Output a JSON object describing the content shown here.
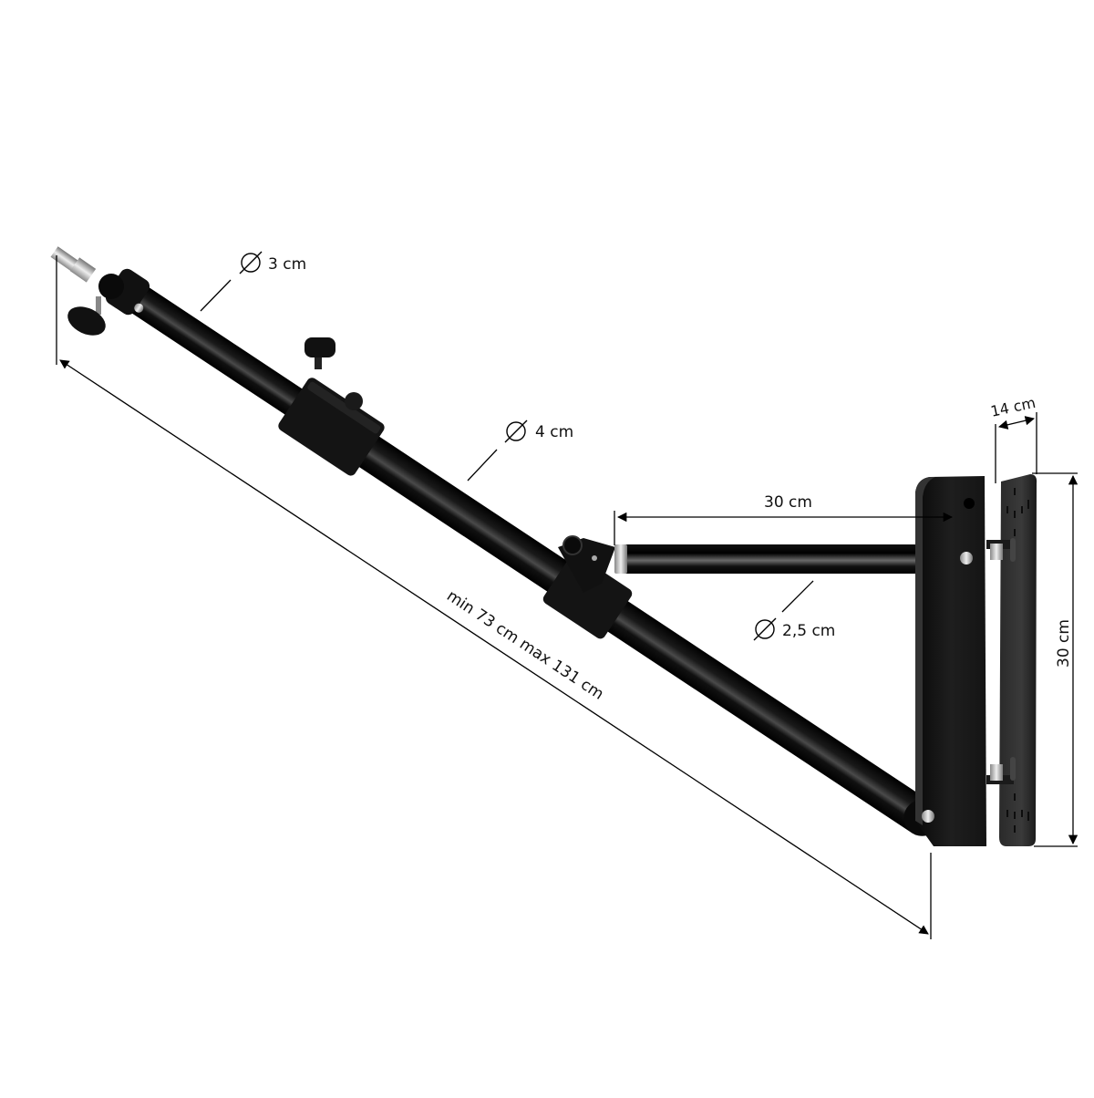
{
  "diagram": {
    "subject": "Wall-mounted boom arm with telescopic pole, support strut and wall plate",
    "background": "#ffffff",
    "colors": {
      "tube": "#0d0d0d",
      "tube_highlight": "#5a5a5a",
      "plate": "#1c1c1c",
      "plate_back": "#2b2b2b",
      "metal": "#c8c8c8",
      "dimension_line": "#000000"
    },
    "labels": {
      "dia_top": "3 cm",
      "dia_mid": "4 cm",
      "dia_strut": "2,5 cm",
      "strut_length": "30 cm",
      "plate_depth": "14 cm",
      "plate_height": "30 cm",
      "boom_length": "min 73 cm max 131 cm"
    },
    "diameter_symbol": "diameter-symbol",
    "parts": [
      {
        "name": "spigot-head",
        "description": "Top spigot adapter with locking knob"
      },
      {
        "name": "upper-tube",
        "diameter": "3 cm"
      },
      {
        "name": "telescopic-clamp",
        "description": "Clamp with locking knob"
      },
      {
        "name": "lower-tube",
        "diameter": "4 cm"
      },
      {
        "name": "strut-bracket",
        "description": "Hinged clamp joining strut"
      },
      {
        "name": "support-strut",
        "diameter": "2,5 cm",
        "length": "30 cm"
      },
      {
        "name": "mount-bracket",
        "description": "Vertical bracket plate"
      },
      {
        "name": "wall-plate",
        "height": "30 cm",
        "depth": "14 cm"
      }
    ]
  }
}
